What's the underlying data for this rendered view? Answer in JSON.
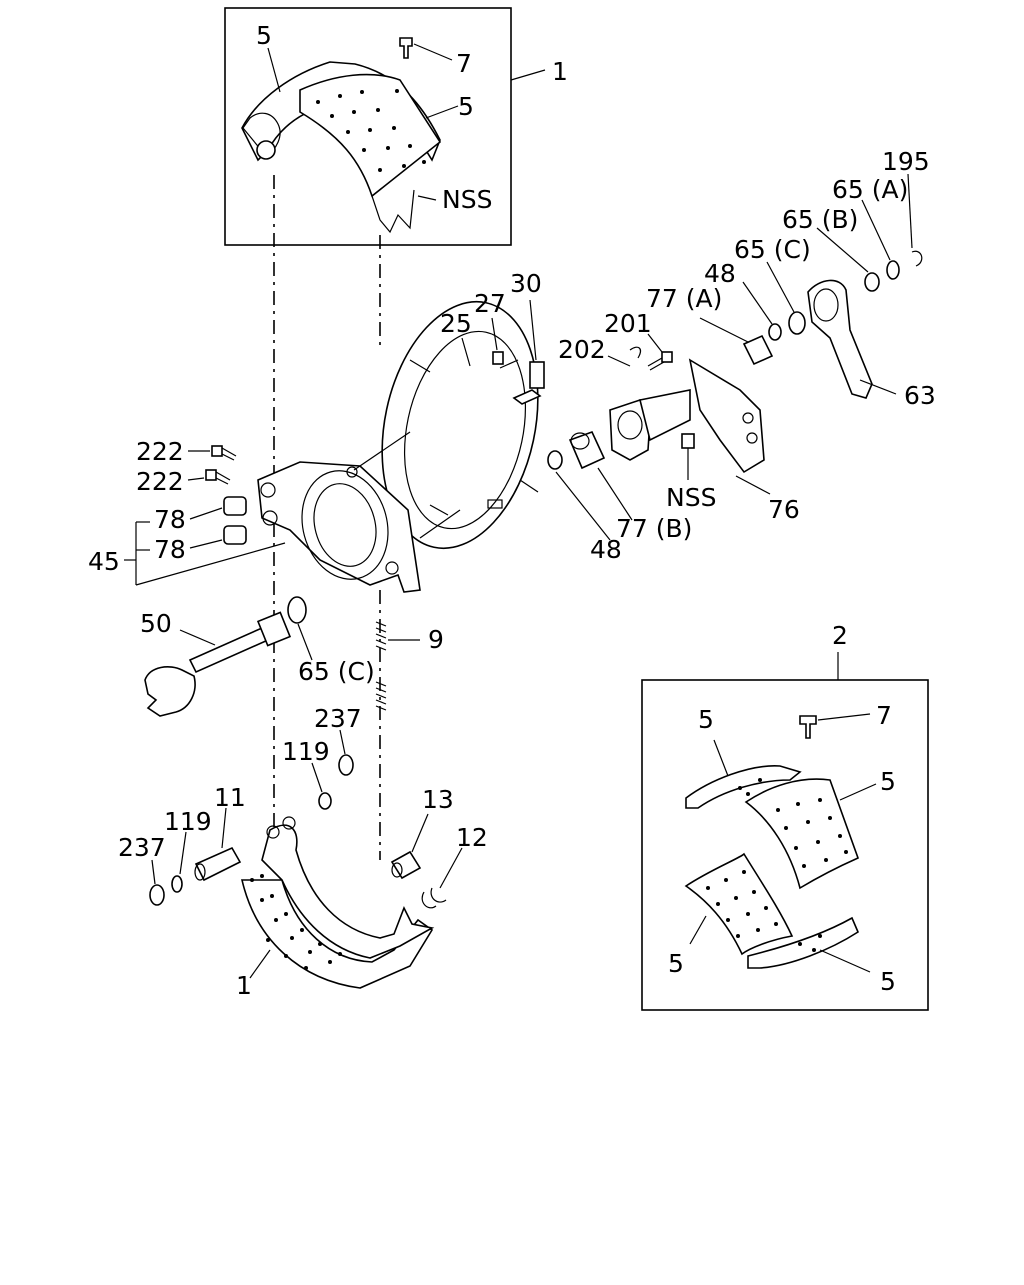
{
  "diagram": {
    "callouts": {
      "assy_upper_1": "1",
      "upper_lining_5a": "5",
      "upper_rivet_7": "7",
      "upper_lining_5b": "5",
      "upper_nss": "NSS",
      "p195": "195",
      "p65a": "65 (A)",
      "p65b": "65 (B)",
      "p65c_top": "65 (C)",
      "p48_top": "48",
      "p77a": "77 (A)",
      "p201": "201",
      "p202": "202",
      "p30": "30",
      "p27": "27",
      "p25": "25",
      "p63": "63",
      "p76": "76",
      "p_nss_mid": "NSS",
      "p77b": "77 (B)",
      "p48_bottom": "48",
      "p222a": "222",
      "p222b": "222",
      "p78a": "78",
      "p78b": "78",
      "p45": "45",
      "p50": "50",
      "p65c_mid": "65 (C)",
      "p9": "9",
      "p237_top": "237",
      "p119_top": "119",
      "p11": "11",
      "p119_left": "119",
      "p237_left": "237",
      "p13": "13",
      "p12": "12",
      "assy_lower_1": "1",
      "kit_2": "2",
      "kit_lining_5a": "5",
      "kit_rivet_7": "7",
      "kit_lining_5b": "5",
      "kit_lining_5c": "5",
      "kit_lining_5d": "5"
    }
  }
}
